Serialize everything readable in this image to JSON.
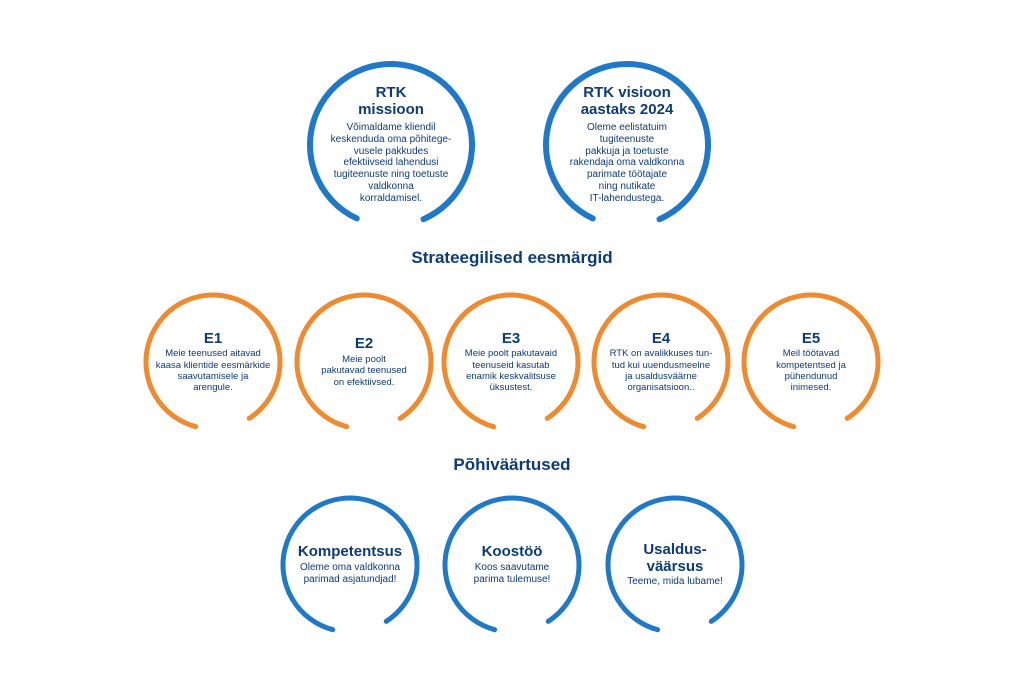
{
  "top": [
    {
      "title": "RTK\nmissioon",
      "body": "Võimaldame kliendil\nkeskenduda oma põhitege-\nvusele pakkudes\nefektiivseid lahendusi\ntugiteenuste ning toetuste\nvaldkonna\nkorraldamisel."
    },
    {
      "title": "RTK visioon\naastaks 2024",
      "body": "Oleme eelistatuim\ntugiteenuste\npakkuja ja toetuste\nrakendaja oma valdkonna\nparimate töötajate\nning nutikate\nIT-lahendustega."
    }
  ],
  "goals_heading": "Strateegilised eesmärgid",
  "goals": [
    {
      "title": "E1",
      "body": "Meie teenused aitavad\nkaasa klientide eesmärkide\nsaavutamisele ja\narengule."
    },
    {
      "title": "E2",
      "body": "Meie poolt\npakutavad teenused\non efektiivsed."
    },
    {
      "title": "E3",
      "body": "Meie poolt pakutavaid\nteenuseid kasutab\nenamik keskvalitsuse\nüksustest."
    },
    {
      "title": "E4",
      "body": "RTK on avalikkuses tun-\ntud kui uuendusmeelne\nja usaldusväärne\norganisatsioon.."
    },
    {
      "title": "E5",
      "body": "Meil töötavad\nkompetentsed ja\npühendunud\ninimesed."
    }
  ],
  "values_heading": "Põhiväärtused",
  "values": [
    {
      "title": "Kompetentsus",
      "body": "Oleme oma valdkonna\nparimad asjatundjad!"
    },
    {
      "title": "Koostöö",
      "body": "Koos saavutame\nparima tulemuse!"
    },
    {
      "title": "Usaldus-\nväärsus",
      "body": "Teeme, mida lubame!"
    }
  ],
  "colors": {
    "blue": "#1f78c8",
    "orange": "#ef8a2f",
    "text": "#0d3b78"
  }
}
